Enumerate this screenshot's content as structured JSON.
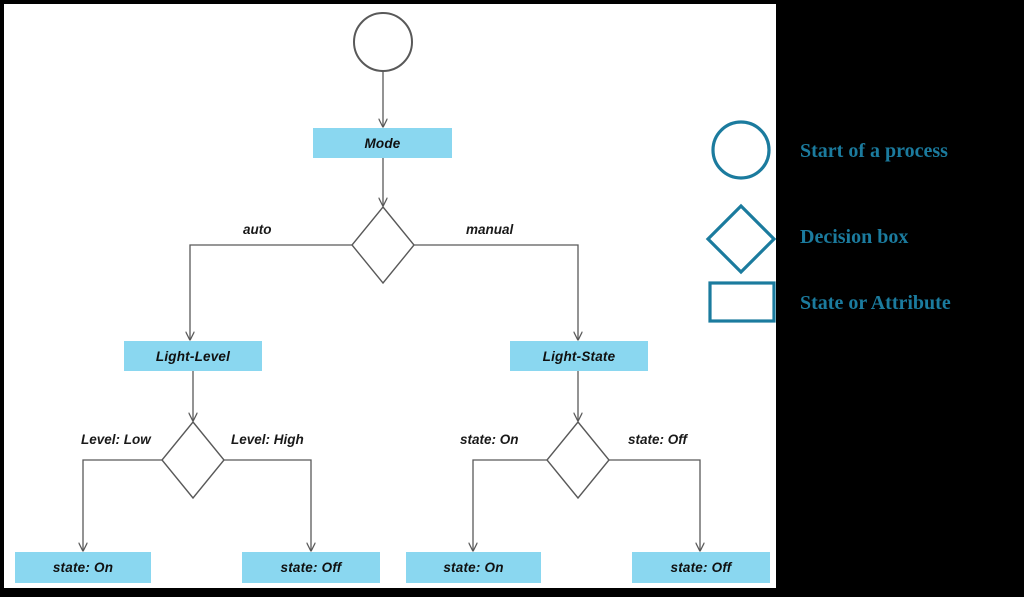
{
  "canvas": {
    "background": "#ffffff",
    "outer_background": "#000000"
  },
  "colors": {
    "node_fill": "#8ad7f0",
    "edge_stroke": "#595959",
    "legend_accent": "#1b7b9e",
    "text": "#111111"
  },
  "diagram": {
    "type": "flowchart",
    "title": "",
    "nodes": [
      {
        "id": "start",
        "shape": "circle",
        "label": ""
      },
      {
        "id": "mode",
        "shape": "rect",
        "label": "Mode"
      },
      {
        "id": "mode_decision",
        "shape": "diamond",
        "label": ""
      },
      {
        "id": "light_level",
        "shape": "rect",
        "label": "Light-Level"
      },
      {
        "id": "light_state",
        "shape": "rect",
        "label": "Light-State"
      },
      {
        "id": "level_decision",
        "shape": "diamond",
        "label": ""
      },
      {
        "id": "state_decision",
        "shape": "diamond",
        "label": ""
      },
      {
        "id": "out_auto_on",
        "shape": "rect",
        "label": "state: On"
      },
      {
        "id": "out_auto_off",
        "shape": "rect",
        "label": "state: Off"
      },
      {
        "id": "out_manual_on",
        "shape": "rect",
        "label": "state: On"
      },
      {
        "id": "out_manual_off",
        "shape": "rect",
        "label": "state: Off"
      }
    ],
    "edge_labels": {
      "auto": "auto",
      "manual": "manual",
      "level_low": "Level: Low",
      "level_high": "Level: High",
      "state_on": "state: On",
      "state_off": "state: Off"
    }
  },
  "legend": {
    "items": [
      {
        "shape": "circle",
        "label": "Start of a process"
      },
      {
        "shape": "diamond",
        "label": "Decision box"
      },
      {
        "shape": "rectangle",
        "label": "State or Attribute"
      }
    ]
  }
}
